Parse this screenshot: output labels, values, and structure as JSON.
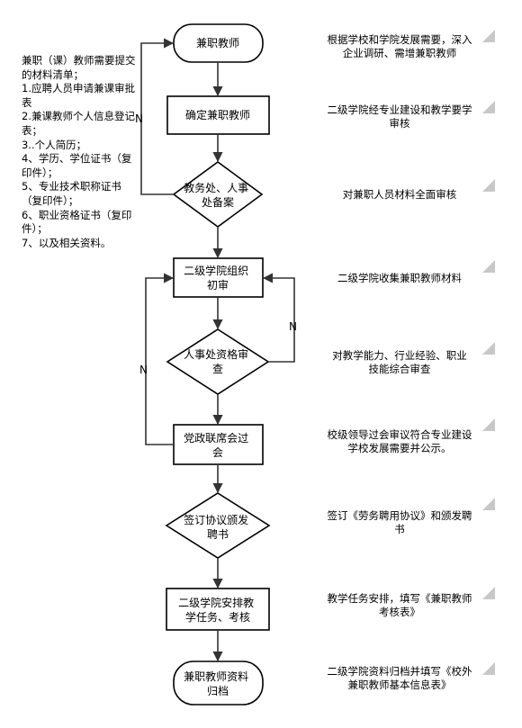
{
  "materials": {
    "title": "兼职（课）教师需要提交的材料清单；",
    "items": [
      "1.应聘人员申请兼课审批表",
      "2.兼课教师个人信息登记表；",
      "3..个人简历；",
      "4、学历、学位证书（复印件）；",
      "5、专业技术职称证书（复印件）；",
      "6、职业资格证书（复印件）；",
      "7、以及相关资料。"
    ]
  },
  "flow": {
    "start": "兼职教师",
    "step_confirm": [
      "确定兼职教师"
    ],
    "decision_filing": [
      "教务处、人事",
      "处备案"
    ],
    "step_college_review": [
      "二级学院组织",
      "初审"
    ],
    "decision_qualification": [
      "人事处资格审",
      "查"
    ],
    "step_meeting": [
      "党政联席会过",
      "会"
    ],
    "decision_sign": [
      "签订协议颁发",
      "聘书"
    ],
    "step_arrange": [
      "二级学院安排教",
      "学任务、考核"
    ],
    "end": [
      "兼职教师资料",
      "归档"
    ],
    "label_n": "N"
  },
  "notes": [
    [
      "根据学校和学院发展需要，深入",
      "企业调研、需增兼职教师"
    ],
    [
      "二级学院经专业建设和教学要学",
      "审核"
    ],
    [
      "对兼职人员材料全面审核"
    ],
    [
      "二级学院收集兼职教师材料"
    ],
    [
      "对教学能力、行业经验、职业",
      "技能综合审查"
    ],
    [
      "校级领导过会审议符合专业建设",
      "学校发展需要并公示。"
    ],
    [
      "签订《劳务聘用协议》和颁发聘",
      "书"
    ],
    [
      "教学任务安排，填写《兼职教师",
      "考核表》"
    ],
    [
      "二级学院资料归档并填写《校外",
      "兼职教师基本信息表》"
    ]
  ]
}
